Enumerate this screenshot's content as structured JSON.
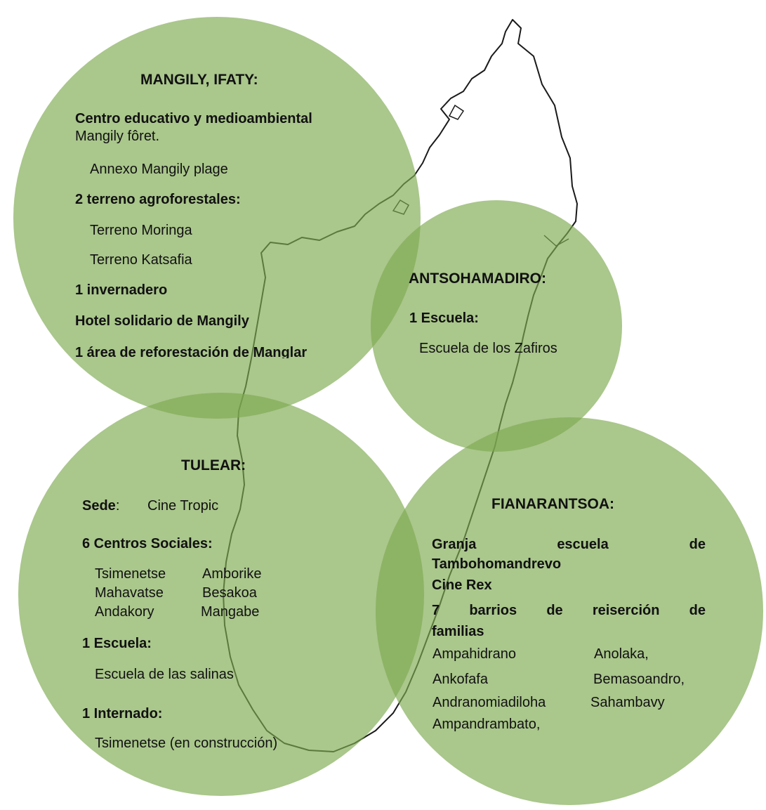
{
  "regions": {
    "mangily": {
      "title": "MANGILY, IFATY:",
      "centro_heading": "Centro educativo y medioambiental",
      "centro_sub": "Mangily fôret.",
      "annexo": "Annexo Mangily plage",
      "terrenos_heading": "2 terreno agroforestales:",
      "terreno_1": "Terreno Moringa",
      "terreno_2": "Terreno Katsafia",
      "invernadero": "1 invernadero",
      "hotel": "Hotel solidario de Mangily",
      "reforestacion": "1 área de reforestación de Manglar"
    },
    "antsohamadiro": {
      "title": "ANTSOHAMADIRO:",
      "escuela_heading": "1 Escuela:",
      "escuela": "Escuela de los Zafiros"
    },
    "tulear": {
      "title": "TULEAR:",
      "sede_label": "Sede",
      "sede_colon": ":",
      "sede_value": "Cine Tropic",
      "centros_heading": "6 Centros Sociales:",
      "centros_col1": [
        "Tsimenetse",
        "Mahavatse",
        "Andakory"
      ],
      "centros_col2": [
        "Amborike",
        "Besakoa",
        "Mangabe"
      ],
      "escuela_heading": "1 Escuela:",
      "escuela": "Escuela de las salinas",
      "internado_heading": "1 Internado:",
      "internado": "Tsimenetse (en construcción)"
    },
    "fianarantsoa": {
      "title": "FIANARANTSOA:",
      "granja_words": [
        "Granja",
        "escuela",
        "de"
      ],
      "granja_line2": "Tambohomandrevo",
      "cine": "Cine Rex",
      "barrios_words": [
        "7",
        "barrios",
        "de",
        "reiserción",
        "de"
      ],
      "barrios_line2": "familias",
      "barrios_rows": [
        [
          "Ampahidrano",
          "Anolaka,"
        ],
        [
          "Ankofafa",
          "Bemasoandro,"
        ],
        [
          "Andranomiadiloha",
          "Sahambavy"
        ]
      ],
      "barrios_last": "Ampandrambato,"
    }
  },
  "colors": {
    "circle_fill": "#7eaa50",
    "map_outline": "#1a1a1a"
  }
}
